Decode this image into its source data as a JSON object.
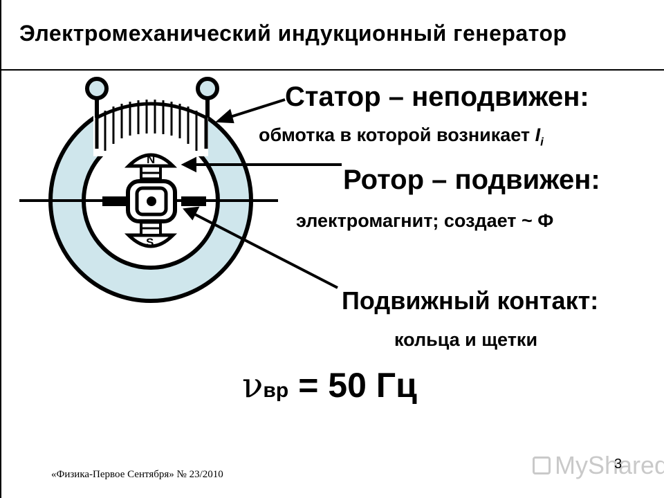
{
  "title": "Электромеханический индукционный генератор",
  "stator": {
    "title": "Статор – неподвижен:",
    "description": "обмотка в которой возникает ",
    "current_symbol": "I",
    "current_sub": "i"
  },
  "rotor": {
    "title": "Ротор – подвижен:",
    "description": "электромагнит; создает ~ Ф"
  },
  "contact": {
    "title": "Подвижный контакт:",
    "description": "кольца и щетки"
  },
  "formula": {
    "symbol": "ν",
    "subscript": "вр",
    "equals": "= 50 Гц"
  },
  "poles": {
    "north": "N",
    "south": "S"
  },
  "source": "«Физика-Первое Сентября» № 23/2010",
  "page_number": "3",
  "watermark": "MyShared",
  "colors": {
    "stator_fill": "#cfe6ec",
    "line": "#000000",
    "watermark": "#c9c9c9"
  }
}
